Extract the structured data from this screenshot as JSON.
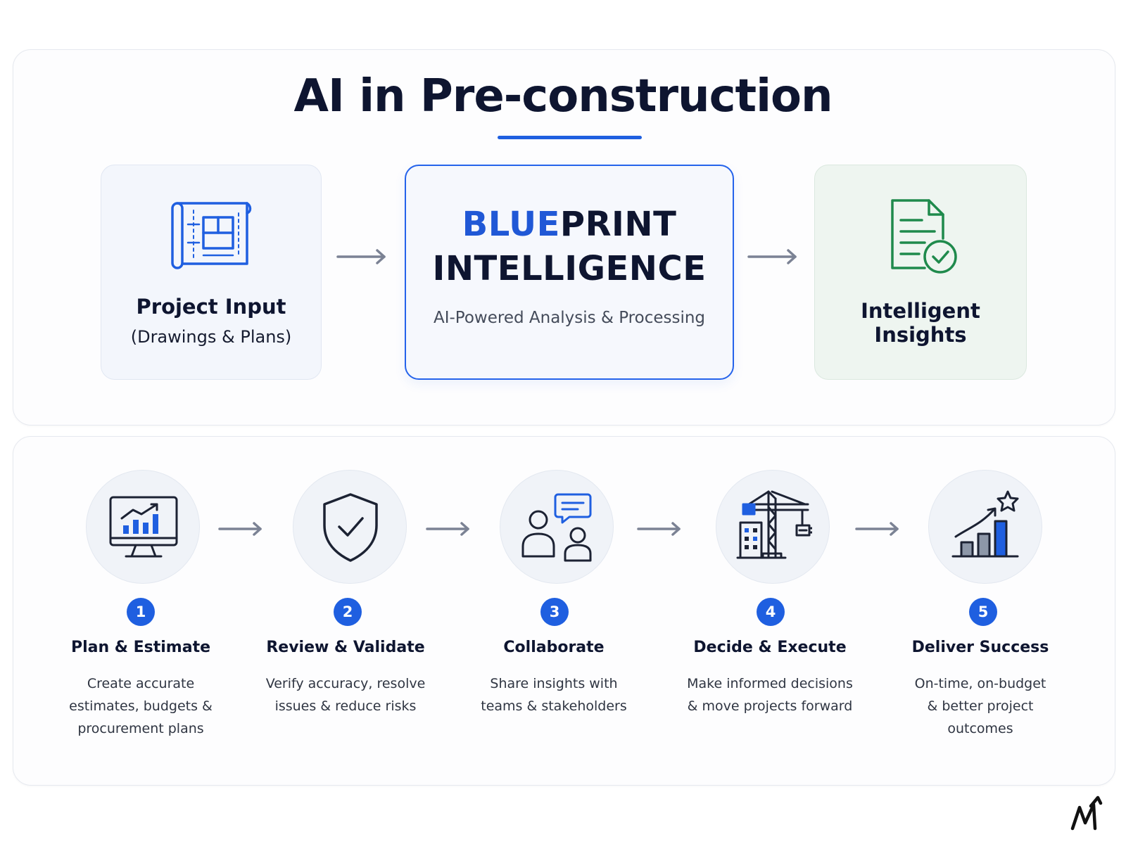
{
  "header": {
    "title": "AI in Pre-construction"
  },
  "pipeline": {
    "input": {
      "title": "Project Input",
      "subtitle": "(Drawings & Plans)",
      "icon": "blueprint-icon"
    },
    "engine": {
      "title_accent": "BLUE",
      "title_rest": "PRINT",
      "title_line2": "INTELLIGENCE",
      "subtitle": "AI-Powered Analysis & Processing"
    },
    "output": {
      "title": "Intelligent Insights",
      "icon": "document-check-icon"
    }
  },
  "steps": [
    {
      "number": "1",
      "title": "Plan & Estimate",
      "icon": "monitor-chart-icon",
      "description_lines": [
        "Create accurate",
        "estimates, budgets &",
        "procurement plans"
      ]
    },
    {
      "number": "2",
      "title": "Review & Validate",
      "icon": "shield-check-icon",
      "description_lines": [
        "Verify accuracy, resolve",
        "issues & reduce risks"
      ]
    },
    {
      "number": "3",
      "title": "Collaborate",
      "icon": "people-chat-icon",
      "description_lines": [
        "Share insights with",
        "teams & stakeholders"
      ]
    },
    {
      "number": "4",
      "title": "Decide & Execute",
      "icon": "crane-building-icon",
      "description_lines": [
        "Make informed decisions",
        "& move projects forward"
      ]
    },
    {
      "number": "5",
      "title": "Deliver Success",
      "icon": "growth-chart-star-icon",
      "description_lines": [
        "On-time, on-budget",
        "& better project",
        "outcomes"
      ]
    }
  ],
  "colors": {
    "accent_blue": "#1f5fe0",
    "dark_navy": "#0e1530",
    "success_green": "#1f8a4c",
    "arrow_gray": "#7b8294"
  }
}
